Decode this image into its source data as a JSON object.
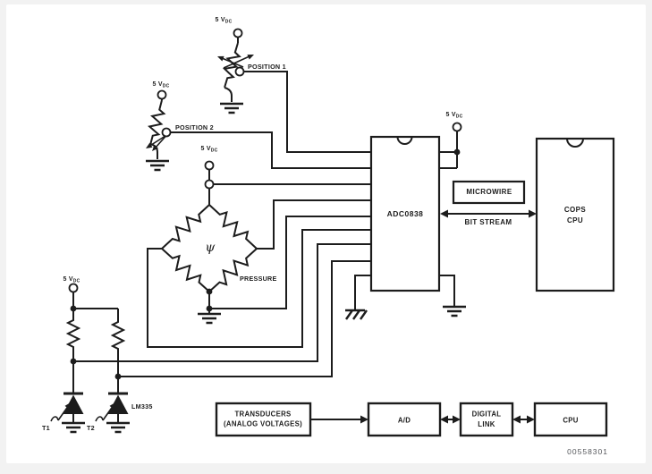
{
  "colors": {
    "ink": "#1c1c1c",
    "page": "#ffffff",
    "surround": "#f2f2f2",
    "part_number": "#54565a"
  },
  "labels": {
    "supply_main": "5 V",
    "supply_sub": "DC",
    "position1": "POSITION 1",
    "position2": "POSITION 2",
    "pressure": "PRESSURE",
    "pressure_symbol": "ψ",
    "t1": "T1",
    "t2": "T2",
    "lm335": "LM335"
  },
  "adc": {
    "name": "ADC0838"
  },
  "interface": {
    "microwire": "MICROWIRE",
    "bit_stream": "BIT STREAM"
  },
  "cpu": {
    "line1": "COPS",
    "line2": "CPU"
  },
  "block_diagram": {
    "transducers_line1": "TRANSDUCERS",
    "transducers_line2": "(ANALOG VOLTAGES)",
    "adc": "A/D",
    "link_line1": "DIGITAL",
    "link_line2": "LINK",
    "cpu": "CPU"
  },
  "footer": {
    "part_number": "00558301"
  }
}
